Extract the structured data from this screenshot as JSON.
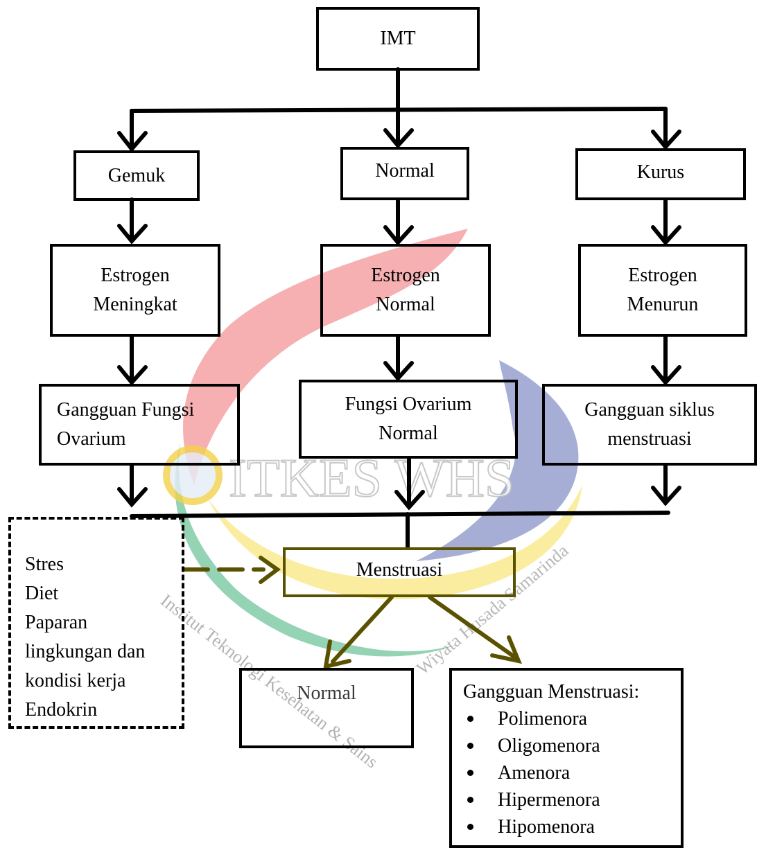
{
  "watermark": {
    "org": "ITKES WHS",
    "arc_left": "Institut Teknologi Kesehatan & Sains",
    "arc_right": "Wiyata Husada Samarinda",
    "colors": {
      "red": "#ee6f73",
      "blue": "#3b4ca4",
      "yellow": "#f7e160",
      "green": "#2aa867"
    }
  },
  "nodes": {
    "imt": "IMT",
    "gemuk": "Gemuk",
    "normal_top": "Normal",
    "kurus": "Kurus",
    "estrogen_meningkat": [
      "Estrogen",
      "Meningkat"
    ],
    "estrogen_normal": [
      "Estrogen",
      "Normal"
    ],
    "estrogen_menurun": [
      "Estrogen",
      "Menurun"
    ],
    "gangguan_fungsi_ovarium": [
      "Gangguan Fungsi",
      "Ovarium"
    ],
    "fungsi_ovarium_normal": [
      "Fungsi Ovarium",
      "Normal"
    ],
    "gangguan_siklus": [
      "Gangguan siklus",
      "menstruasi"
    ],
    "menstruasi": "Menstruasi",
    "normal_bottom": "Normal",
    "gangguan_menstruasi": {
      "title": "Gangguan Menstruasi:",
      "items": [
        "Polimenora",
        "Oligomenora",
        "Amenora",
        "Hipermenora",
        "Hipomenora"
      ]
    },
    "factors": [
      "Stres",
      "Diet",
      "Paparan",
      "lingkungan dan",
      "kondisi kerja",
      "Endokrin"
    ]
  }
}
